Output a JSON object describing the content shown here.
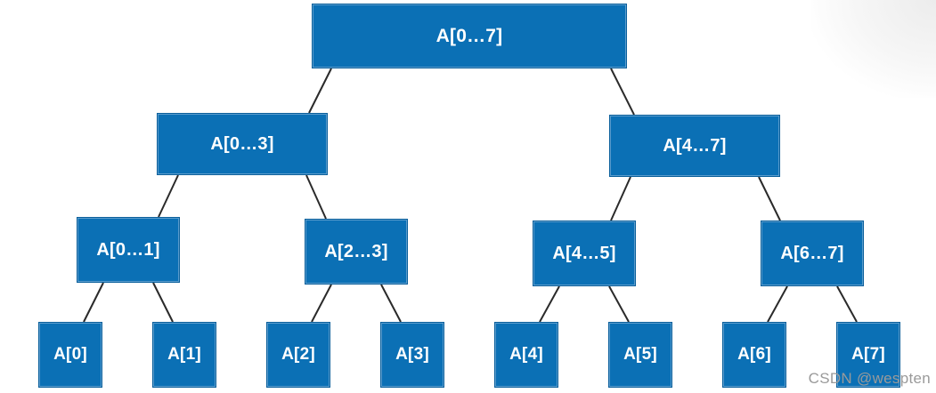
{
  "tree": {
    "root": "A[0…7]",
    "level1": [
      "A[0…3]",
      "A[4…7]"
    ],
    "level2": [
      "A[0…1]",
      "A[2…3]",
      "A[4…5]",
      "A[6…7]"
    ],
    "leaves": [
      "A[0]",
      "A[1]",
      "A[2]",
      "A[3]",
      "A[4]",
      "A[5]",
      "A[6]",
      "A[7]"
    ]
  },
  "watermark": "CSDN @wespten"
}
